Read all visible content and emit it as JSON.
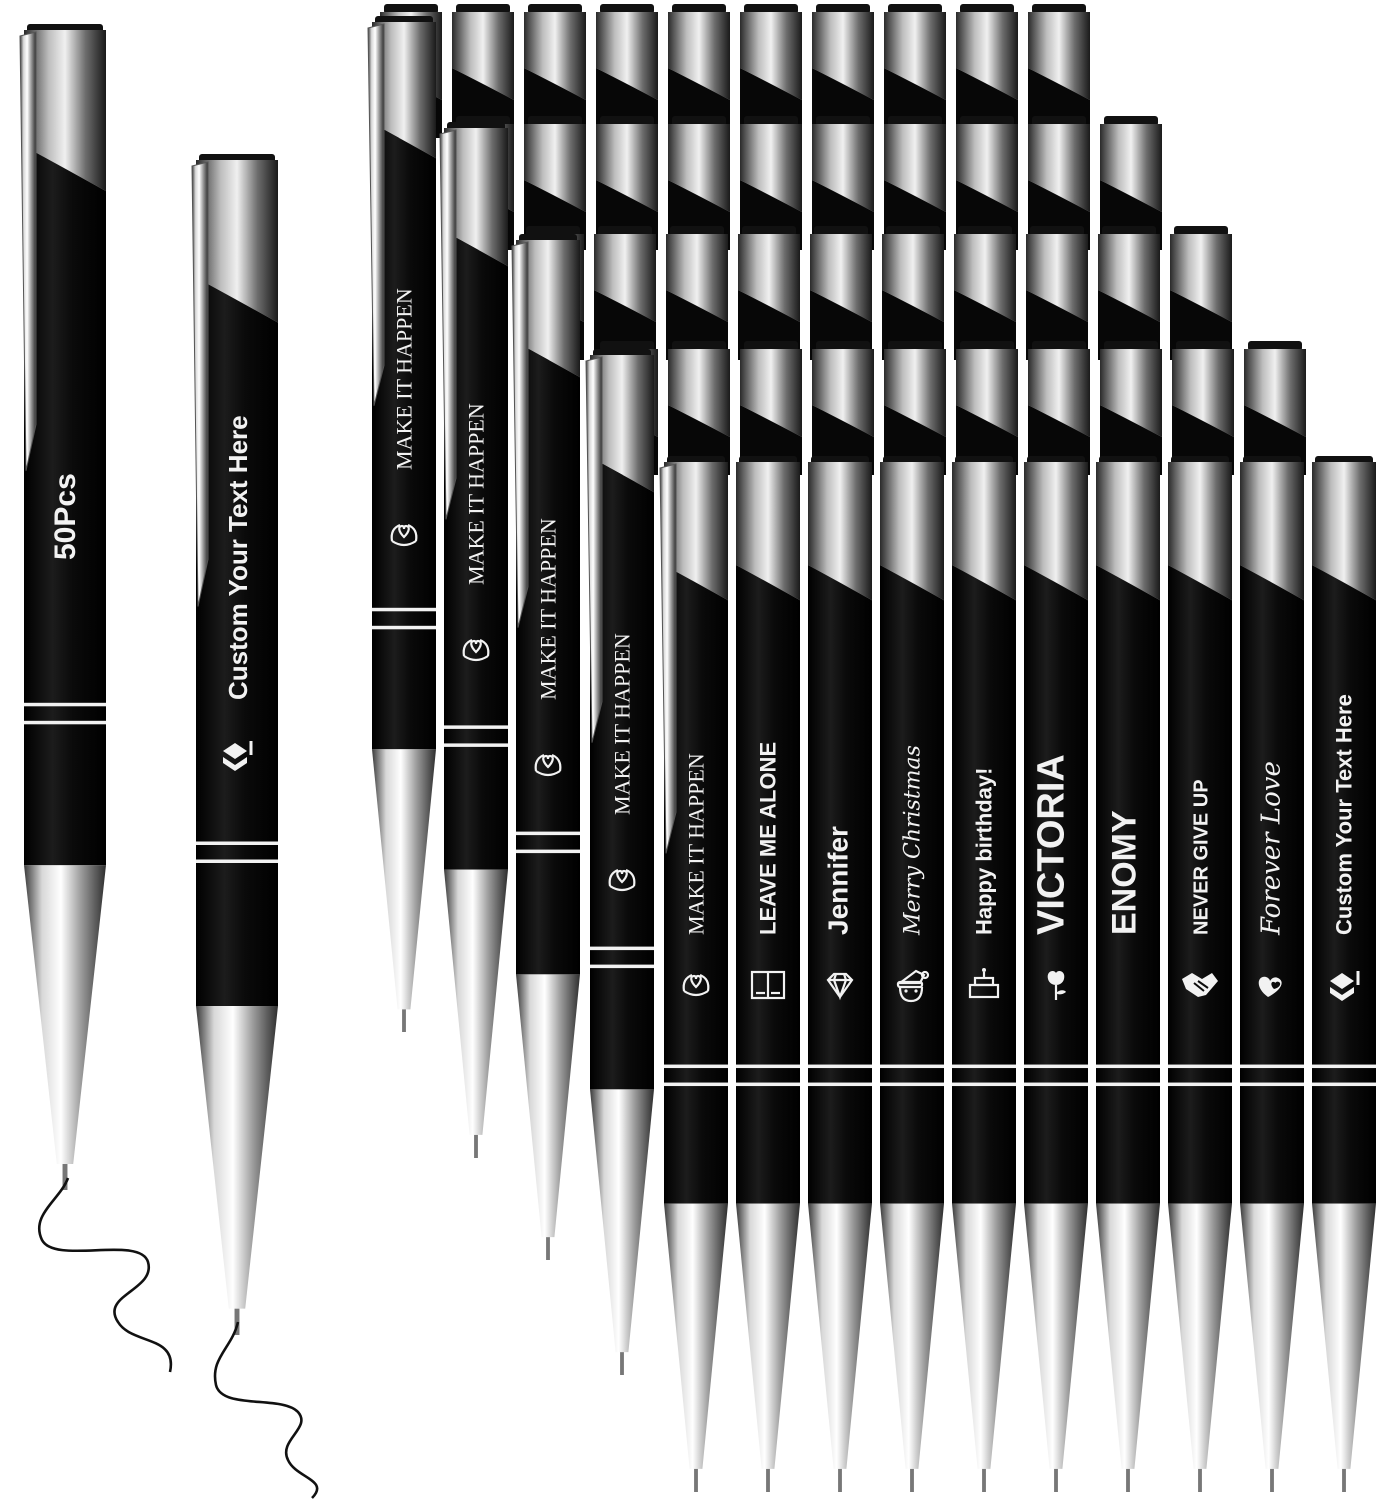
{
  "colors": {
    "background": "#ffffff",
    "pen_body": "#0c0c0c",
    "engraving": "#f2f2f2",
    "chrome_light": "#f4f4f4",
    "chrome_dark": "#4a4a4a",
    "ink": "#111111"
  },
  "hero_pens": [
    {
      "text": "50Pcs",
      "icon": ""
    },
    {
      "text": "Custom Your Text Here",
      "icon": "hexagon-logo-icon"
    }
  ],
  "stack_pens": [
    {
      "text": "MAKE IT HAPPEN",
      "icon": "heart-hands-icon"
    },
    {
      "text": "MAKE IT HAPPEN",
      "icon": "heart-hands-icon"
    },
    {
      "text": "MAKE IT HAPPEN",
      "icon": "heart-hands-icon"
    },
    {
      "text": "MAKE IT HAPPEN",
      "icon": "heart-hands-icon"
    }
  ],
  "front_pens": [
    {
      "text": "MAKE IT HAPPEN",
      "icon": "heart-hands-icon"
    },
    {
      "text": "LEAVE ME ALONE",
      "icon": "book-icon"
    },
    {
      "text": "Jennifer",
      "icon": "diamond-icon"
    },
    {
      "text": "Merry Christmas",
      "icon": "santa-icon"
    },
    {
      "text": "Happy birthday!",
      "icon": "birthday-cake-icon"
    },
    {
      "text": "VICTORIA",
      "icon": "rose-icon"
    },
    {
      "text": "ENOMY",
      "icon": ""
    },
    {
      "text": "NEVER GIVE UP",
      "icon": "handshake-icon"
    },
    {
      "text": "Forever Love",
      "icon": "hearts-icon"
    },
    {
      "text": "Custom Your Text Here",
      "icon": "hexagon-logo-icon"
    }
  ]
}
